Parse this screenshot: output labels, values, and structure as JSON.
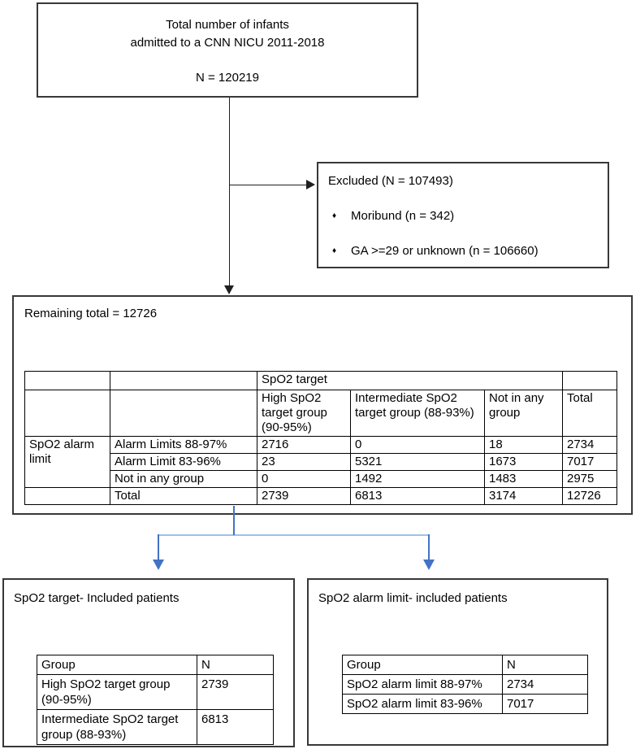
{
  "colors": {
    "connector_blue": "#4472C4",
    "connector_blue_light": "#9DC3E6",
    "line_black": "#1f1f1f"
  },
  "top_box": {
    "line1": "Total number of infants",
    "line2": "admitted to a CNN NICU 2011-2018",
    "n_label": "N = 120219"
  },
  "excluded_box": {
    "title": "Excluded (N = 107493)",
    "bullet_glyph": "♦",
    "items": [
      "Moribund (n = 342)",
      "GA >=29 or unknown (n = 106660)"
    ]
  },
  "remaining_box": {
    "title": "Remaining total = 12726"
  },
  "main_table": {
    "col_group_header": "SpO2 target",
    "col_headers": [
      "High SpO2 target group (90-95%)",
      "Intermediate SpO2 target group (88-93%)",
      "Not in any group",
      "Total"
    ],
    "row_group_header": "SpO2 alarm limit",
    "rows": [
      {
        "label": "Alarm Limits 88-97%",
        "values": [
          "2716",
          "0",
          "18",
          "2734"
        ]
      },
      {
        "label": "Alarm Limit 83-96%",
        "values": [
          "23",
          "5321",
          "1673",
          "7017"
        ]
      },
      {
        "label": "Not in any group",
        "values": [
          "0",
          "1492",
          "1483",
          "2975"
        ]
      },
      {
        "label": "Total",
        "values": [
          "2739",
          "6813",
          "3174",
          "12726"
        ]
      }
    ]
  },
  "bottom_left": {
    "title": "SpO2 target- Included patients",
    "table": {
      "headers": [
        "Group",
        "N"
      ],
      "rows": [
        [
          "High SpO2 target group (90-95%)",
          "2739"
        ],
        [
          "Intermediate SpO2 target group (88-93%)",
          "6813"
        ]
      ]
    }
  },
  "bottom_right": {
    "title": "SpO2 alarm limit- included patients",
    "table": {
      "headers": [
        "Group",
        "N"
      ],
      "rows": [
        [
          "SpO2 alarm limit 88-97%",
          "2734"
        ],
        [
          "SpO2 alarm limit 83-96%",
          "7017"
        ]
      ]
    }
  }
}
